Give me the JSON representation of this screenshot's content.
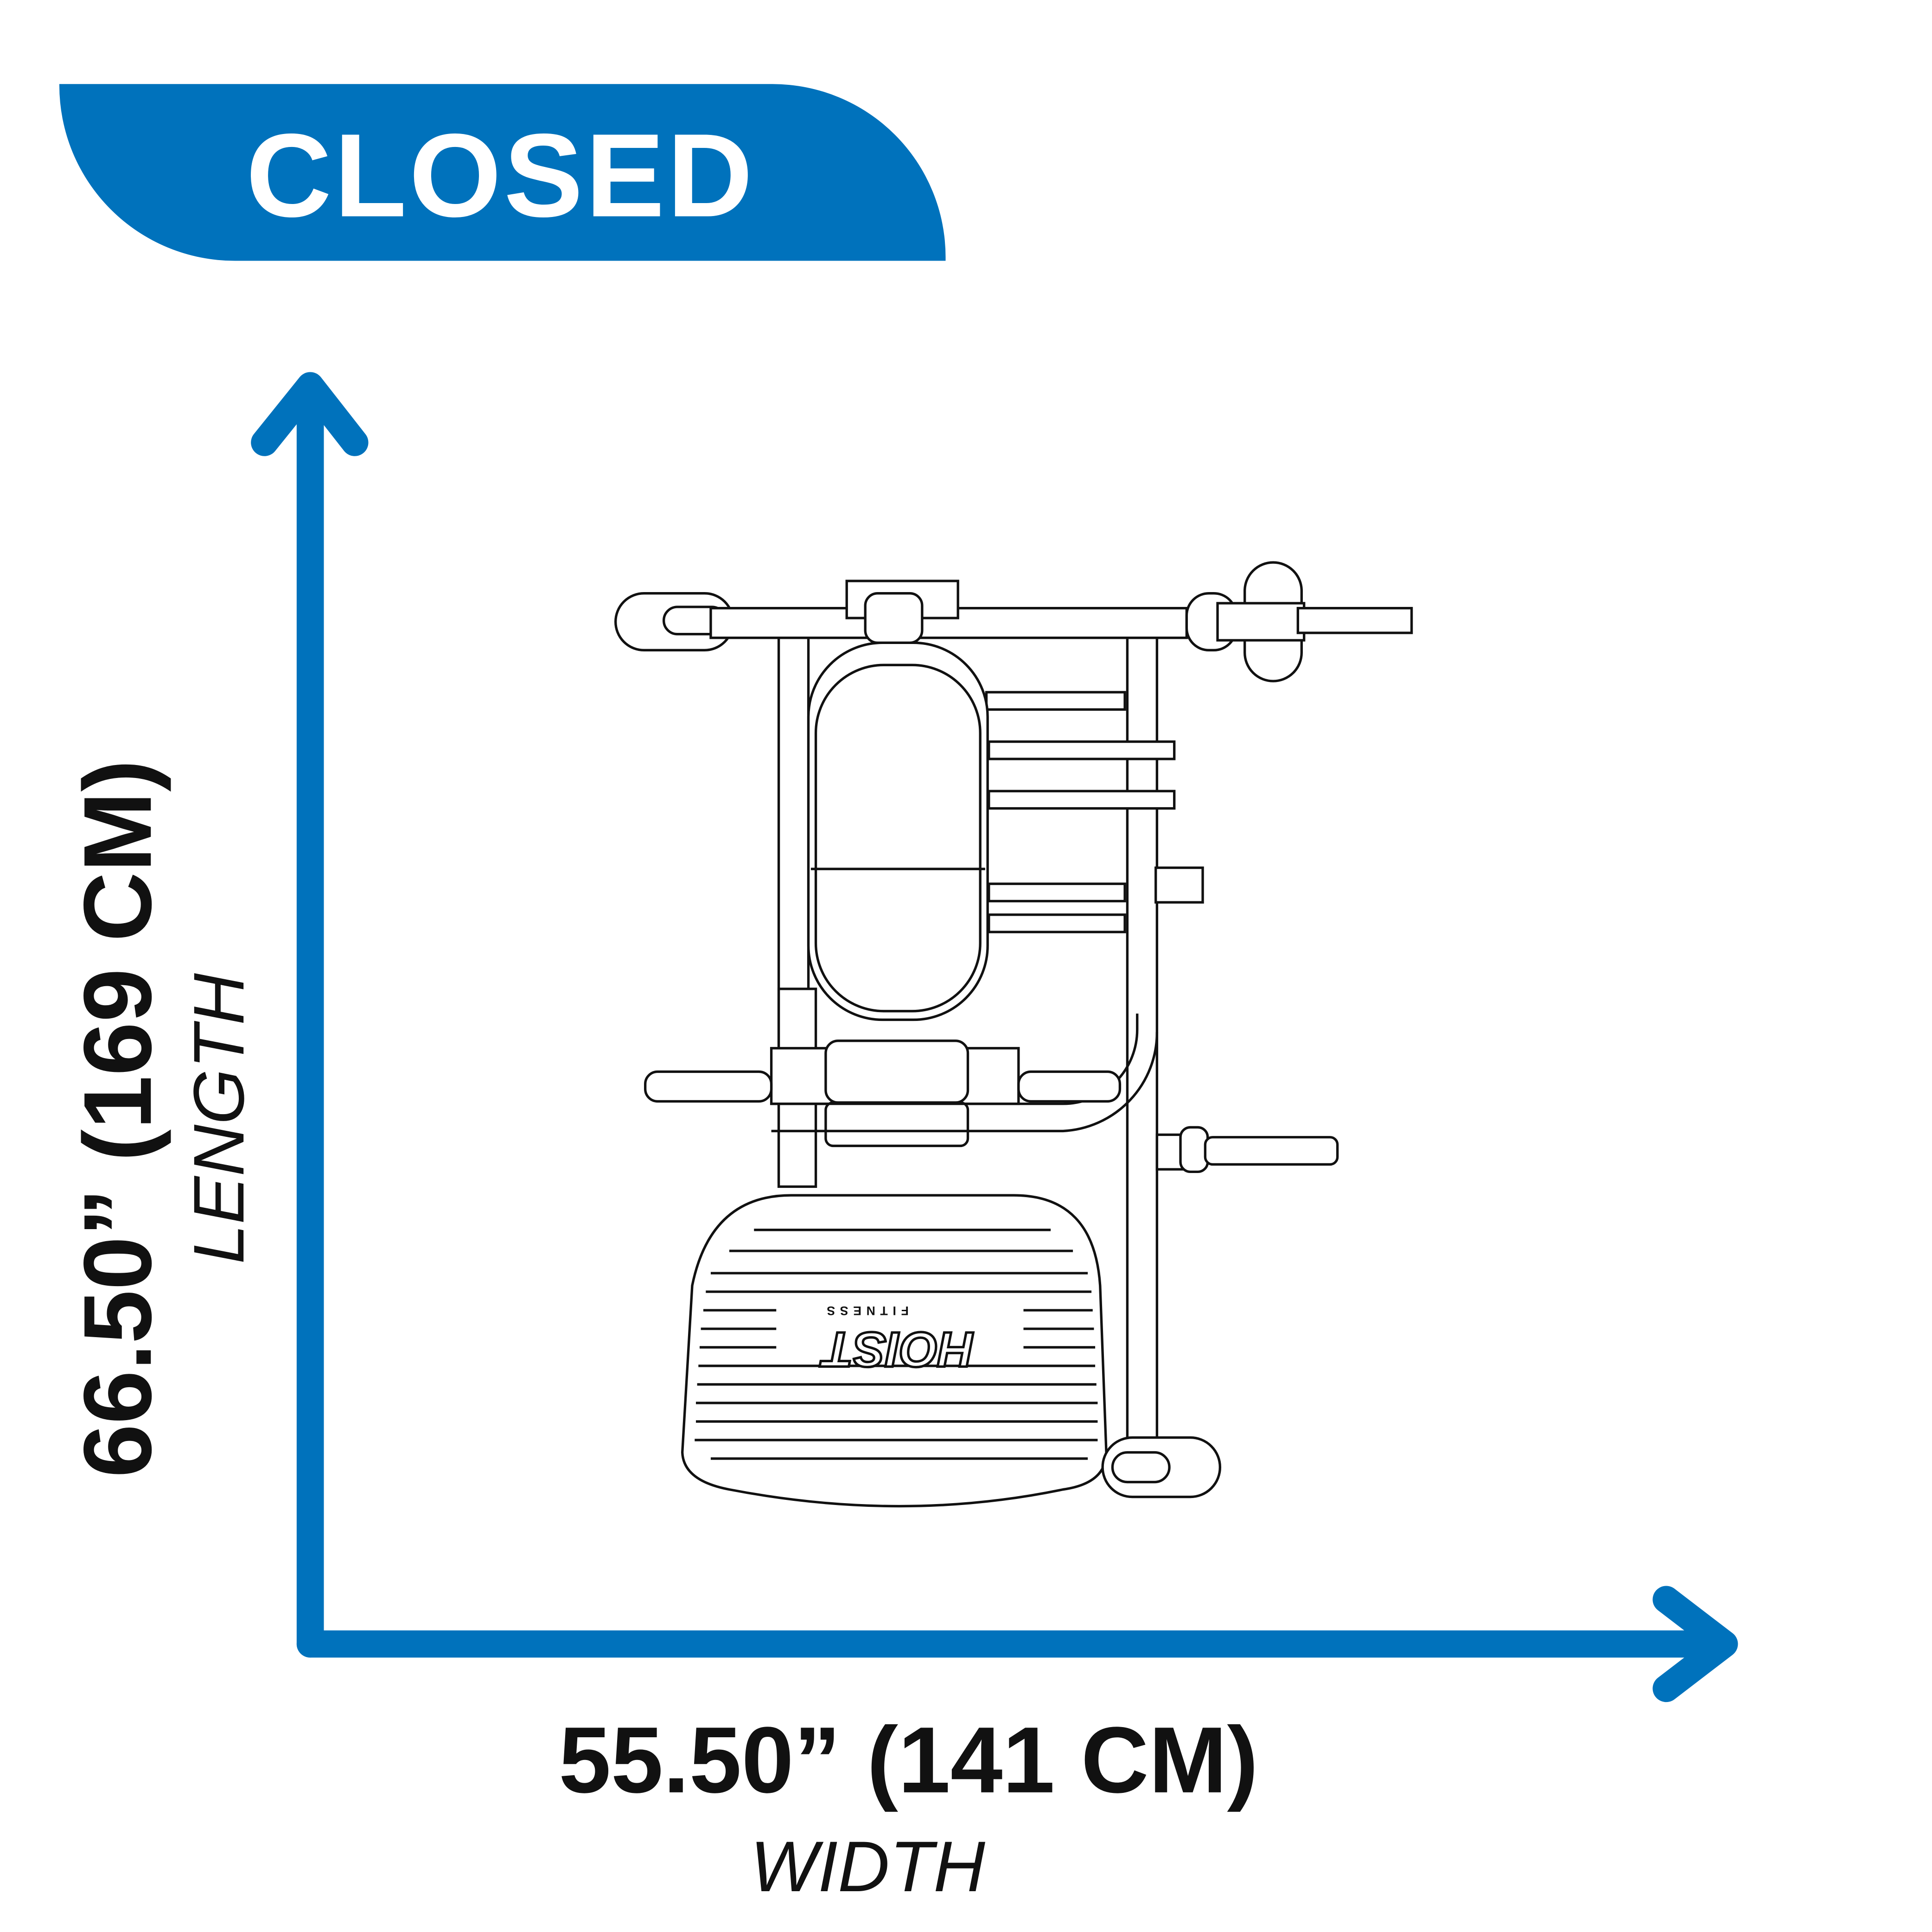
{
  "banner": {
    "title": "CLOSED",
    "color": "#0072BC"
  },
  "length": {
    "value": "66.50” (169 CM)",
    "label": "LENGTH"
  },
  "width": {
    "value": "55.50” (141 CM)",
    "label": "WIDTH"
  },
  "logo": {
    "brand": "HOIST",
    "sub": "FITNESS"
  },
  "colors": {
    "arrow": "#0072BC",
    "text": "#111111"
  }
}
